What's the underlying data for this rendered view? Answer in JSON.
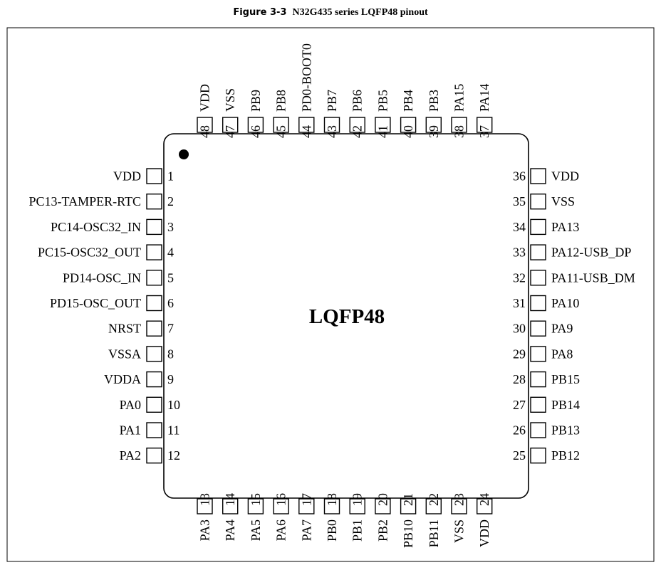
{
  "figure": {
    "number": "Figure 3-3",
    "title": "N32G435 series LQFP48 pinout"
  },
  "package": {
    "name": "LQFP48",
    "pins": [
      {
        "num": "1",
        "name": "VDD"
      },
      {
        "num": "2",
        "name": "PC13-TAMPER-RTC"
      },
      {
        "num": "3",
        "name": "PC14-OSC32_IN"
      },
      {
        "num": "4",
        "name": "PC15-OSC32_OUT"
      },
      {
        "num": "5",
        "name": "PD14-OSC_IN"
      },
      {
        "num": "6",
        "name": "PD15-OSC_OUT"
      },
      {
        "num": "7",
        "name": "NRST"
      },
      {
        "num": "8",
        "name": "VSSA"
      },
      {
        "num": "9",
        "name": "VDDA"
      },
      {
        "num": "10",
        "name": "PA0"
      },
      {
        "num": "11",
        "name": "PA1"
      },
      {
        "num": "12",
        "name": "PA2"
      },
      {
        "num": "13",
        "name": "PA3"
      },
      {
        "num": "14",
        "name": "PA4"
      },
      {
        "num": "15",
        "name": "PA5"
      },
      {
        "num": "16",
        "name": "PA6"
      },
      {
        "num": "17",
        "name": "PA7"
      },
      {
        "num": "18",
        "name": "PB0"
      },
      {
        "num": "19",
        "name": "PB1"
      },
      {
        "num": "20",
        "name": "PB2"
      },
      {
        "num": "21",
        "name": "PB10"
      },
      {
        "num": "22",
        "name": "PB11"
      },
      {
        "num": "23",
        "name": "VSS"
      },
      {
        "num": "24",
        "name": "VDD"
      },
      {
        "num": "25",
        "name": "PB12"
      },
      {
        "num": "26",
        "name": "PB13"
      },
      {
        "num": "27",
        "name": "PB14"
      },
      {
        "num": "28",
        "name": "PB15"
      },
      {
        "num": "29",
        "name": "PA8"
      },
      {
        "num": "30",
        "name": "PA9"
      },
      {
        "num": "31",
        "name": "PA10"
      },
      {
        "num": "32",
        "name": "PA11-USB_DM"
      },
      {
        "num": "33",
        "name": "PA12-USB_DP"
      },
      {
        "num": "34",
        "name": "PA13"
      },
      {
        "num": "35",
        "name": "VSS"
      },
      {
        "num": "36",
        "name": "VDD"
      },
      {
        "num": "37",
        "name": "PA14"
      },
      {
        "num": "38",
        "name": "PA15"
      },
      {
        "num": "39",
        "name": "PB3"
      },
      {
        "num": "40",
        "name": "PB4"
      },
      {
        "num": "41",
        "name": "PB5"
      },
      {
        "num": "42",
        "name": "PB6"
      },
      {
        "num": "43",
        "name": "PB7"
      },
      {
        "num": "44",
        "name": "PD0-BOOT0"
      },
      {
        "num": "45",
        "name": "PB8"
      },
      {
        "num": "46",
        "name": "PB9"
      },
      {
        "num": "47",
        "name": "VSS"
      },
      {
        "num": "48",
        "name": "VDD"
      }
    ]
  }
}
